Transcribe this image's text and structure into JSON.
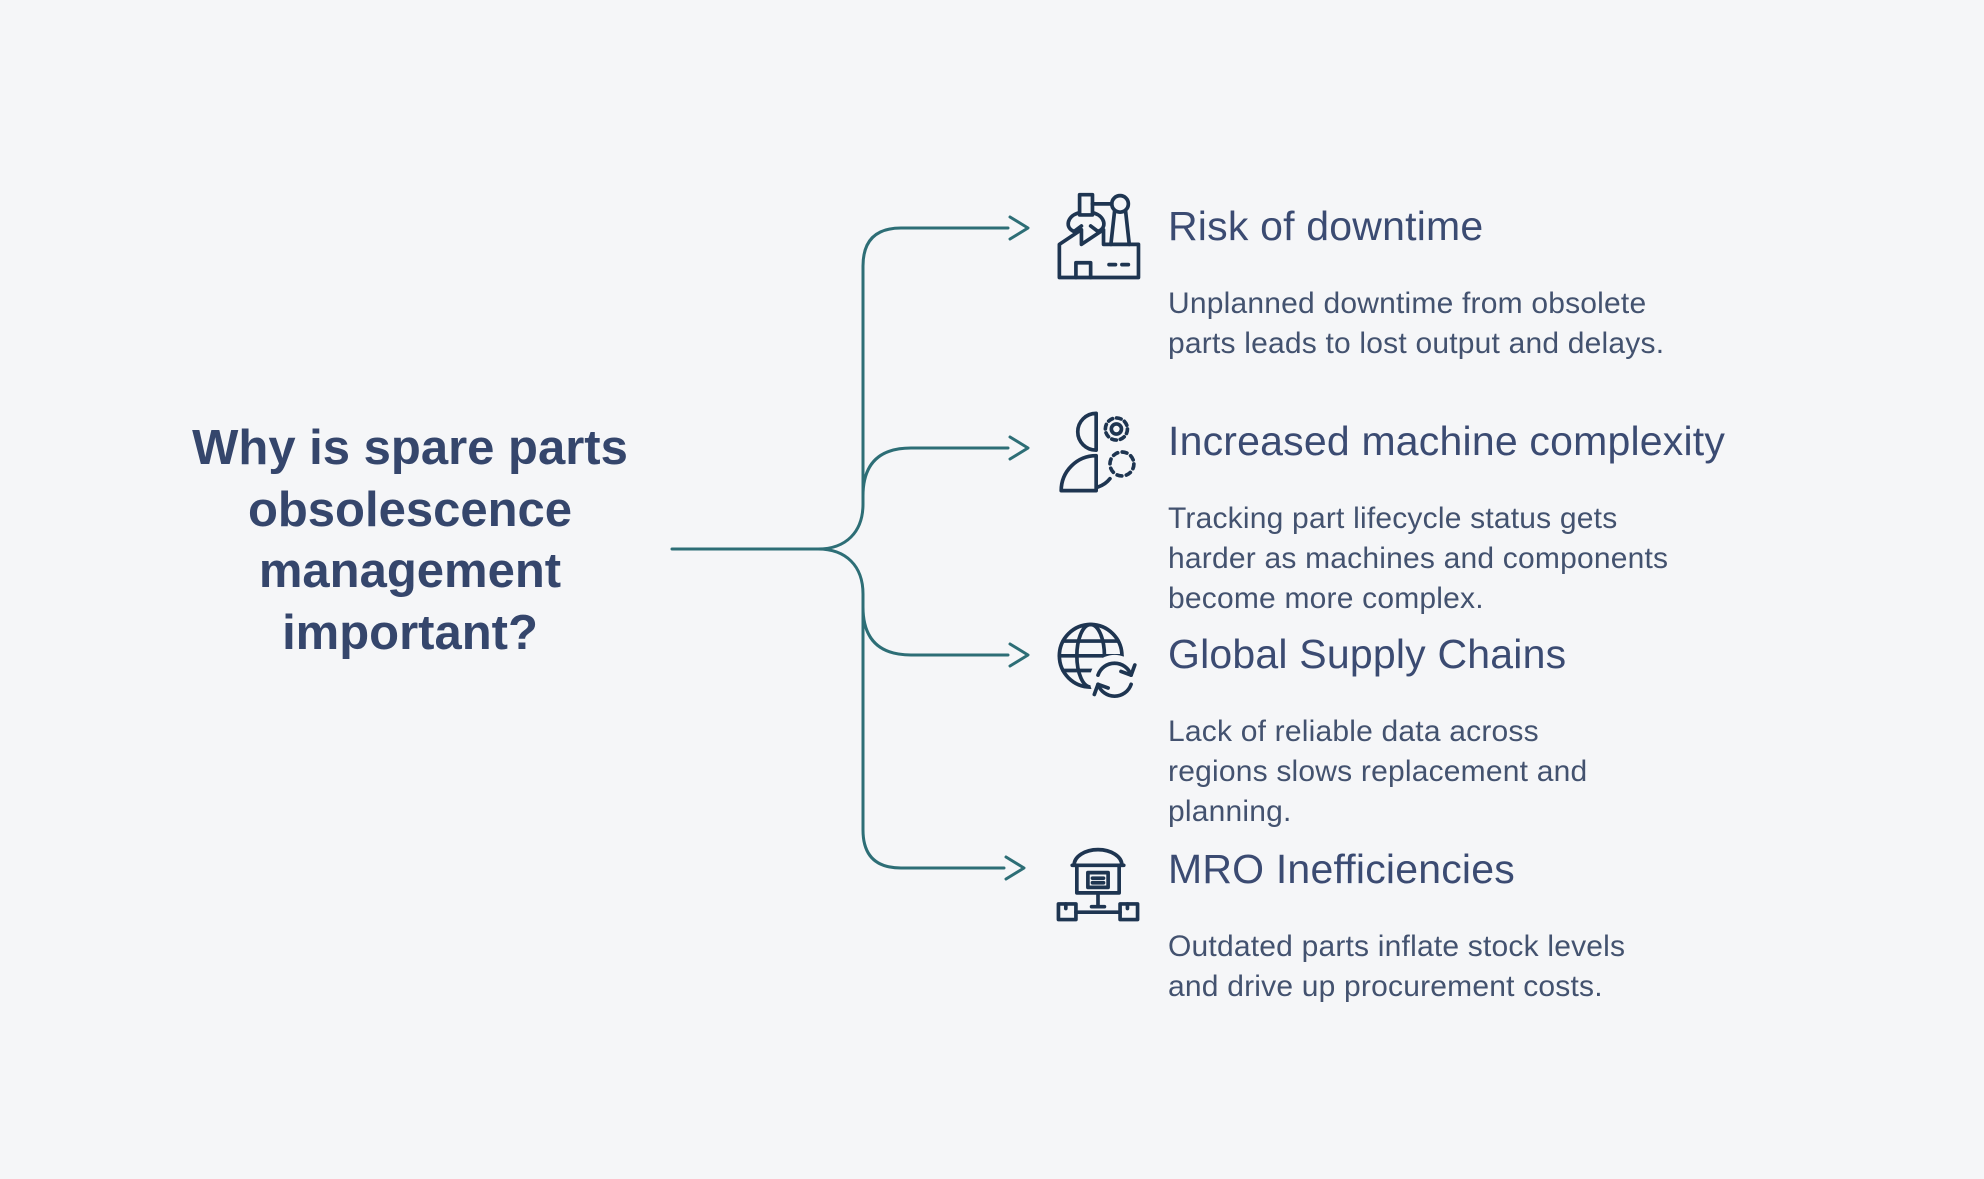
{
  "diagram": {
    "central_question": "Why is spare parts\nobsolescence\nmanagement\nimportant?",
    "items": [
      {
        "icon": "factory-robot-arm-icon",
        "title": "Risk of downtime",
        "description": "Unplanned downtime from obsolete\nparts leads to lost output and delays."
      },
      {
        "icon": "person-gears-icon",
        "title": "Increased machine complexity",
        "description": "Tracking part lifecycle status gets\nharder as machines and components\nbecome more complex."
      },
      {
        "icon": "globe-sync-icon",
        "title": "Global Supply Chains",
        "description": "Lack of reliable data across\nregions slows replacement and\nplanning."
      },
      {
        "icon": "warehouse-distribution-icon",
        "title": "MRO Inefficiencies",
        "description": "Outdated parts inflate stock levels\nand drive up procurement costs."
      }
    ],
    "colors": {
      "background": "#f5f6f8",
      "connector_line": "#2d6e76",
      "icon_stroke": "#1e3551",
      "question_text": "#35466c",
      "item_title_text": "#3b4b72",
      "item_body_text": "#43526f"
    }
  }
}
